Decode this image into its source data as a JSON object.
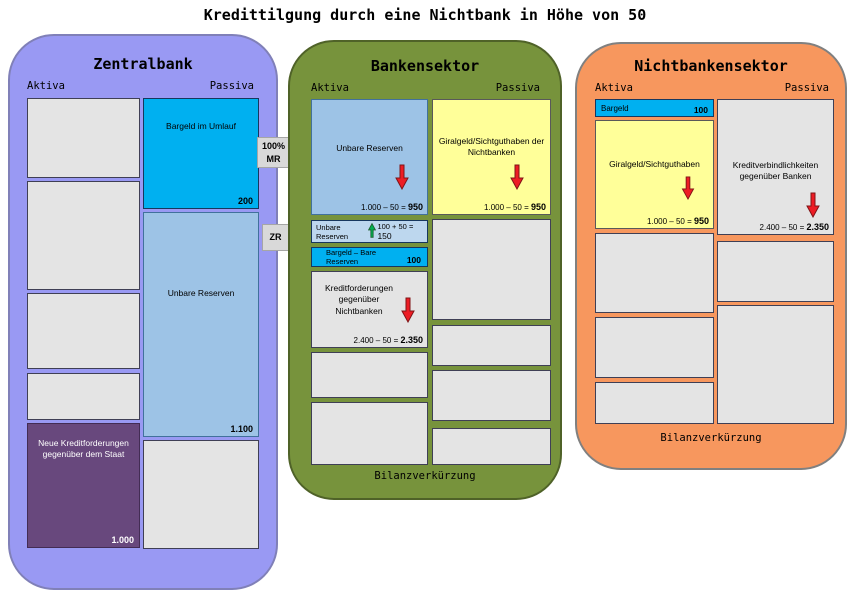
{
  "title": "Kredittilgung durch eine Nichtbank in Höhe von 50",
  "connectors": {
    "mr_line1": "100%",
    "mr_line2": "MR",
    "zr": "ZR"
  },
  "zentralbank": {
    "name": "Zentralbank",
    "aktiva_label": "Aktiva",
    "passiva_label": "Passiva",
    "staat_box": {
      "label": "Neue Kreditforderungen gegenüber dem Staat",
      "value": "1.000"
    },
    "bargeld_umlauf": {
      "label": "Bargeld im Umlauf",
      "value": "200"
    },
    "unbare_reserven": {
      "label": "Unbare Reserven",
      "value": "1.100"
    }
  },
  "bankensektor": {
    "name": "Bankensektor",
    "aktiva_label": "Aktiva",
    "passiva_label": "Passiva",
    "unbare_reserven": {
      "label": "Unbare Reserven",
      "calc": "1.000 – 50 = ",
      "result": "950"
    },
    "unbare_reserven_zr": {
      "label": "Unbare Reserven",
      "calc": "100 + 50 = ",
      "result": "150"
    },
    "bare_reserven": {
      "label": "Bargeld – Bare Reserven",
      "result": "100"
    },
    "kreditforderungen": {
      "label": "Kreditforderungen gegenüber Nichtbanken",
      "calc": "2.400 – 50 = ",
      "result": "2.350"
    },
    "giralgeld": {
      "label": "Giralgeld/Sichtguthaben der Nichtbanken",
      "calc": "1.000 – 50 = ",
      "result": "950"
    },
    "footer": "Bilanzverkürzung"
  },
  "nichtbankensektor": {
    "name": "Nichtbankensektor",
    "aktiva_label": "Aktiva",
    "passiva_label": "Passiva",
    "bargeld": {
      "label": "Bargeld",
      "value": "100"
    },
    "giralgeld": {
      "label": "Giralgeld/Sichtguthaben",
      "calc": "1.000 – 50 = ",
      "result": "950"
    },
    "kreditverbindlichkeiten": {
      "label": "Kreditverbindlichkeiten gegenüber Banken",
      "calc": "2.400 – 50 = ",
      "result": "2.350"
    },
    "footer": "Bilanzverkürzung"
  },
  "colors": {
    "zentralbank_bg": "#9999F3",
    "bankensektor_bg": "#77933C",
    "nichtbanken_bg": "#F7975E",
    "cyan_box": "#00B0F0",
    "lightblue_box": "#9DC3E6",
    "xlightblue_box": "#BDD7EE",
    "yellow_box": "#FFFF99",
    "purple_box": "#68487D",
    "gray_box": "#E4E4E4",
    "red_arrow": "#ED1C24",
    "green_arrow": "#00B050",
    "connector_label_bg": "#D9D9D9"
  }
}
